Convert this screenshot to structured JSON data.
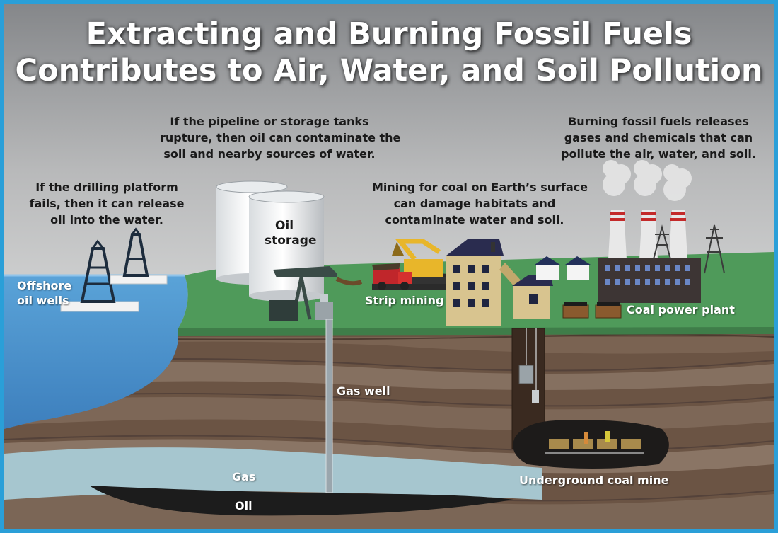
{
  "title": {
    "line1": "Extracting and Burning Fossil Fuels",
    "line2": "Contributes to Air, Water, and Soil Pollution"
  },
  "notes": {
    "drilling": [
      "If the drilling platform",
      "fails, then it can release",
      "oil into the water."
    ],
    "pipeline": [
      "If the pipeline or storage tanks",
      "rupture, then oil can contaminate the",
      "soil and nearby sources of water."
    ],
    "mining": [
      "Mining for coal on Earth’s surface",
      "can damage habitats and",
      "contaminate water and soil."
    ],
    "burning": [
      "Burning fossil fuels releases",
      "gases and chemicals that can",
      "pollute the air, water, and soil."
    ]
  },
  "labels": {
    "offshore": [
      "Offshore",
      "oil wells"
    ],
    "oil_storage": [
      "Oil",
      "storage"
    ],
    "strip_mining": "Strip mining",
    "coal_power_plant": "Coal power plant",
    "gas_well": "Gas well",
    "gas": "Gas",
    "oil": "Oil",
    "underground_coal_mine": "Underground coal mine"
  },
  "icons": [
    "oil-rig-icon",
    "storage-tank-icon",
    "pumpjack-icon",
    "excavator-icon",
    "dump-truck-icon",
    "mine-building-icon",
    "house-icon",
    "smokestack-icon",
    "power-pylon-icon",
    "mine-elevator-icon",
    "mine-cart-icon",
    "coal-bin-icon"
  ],
  "colors": {
    "frame": "#2a9fd8",
    "sea": "#4a90c8",
    "grass": "#4f9a5a",
    "soil": "#6b5444",
    "gas": "#a6c6cf",
    "oil": "#1c1c1c"
  }
}
